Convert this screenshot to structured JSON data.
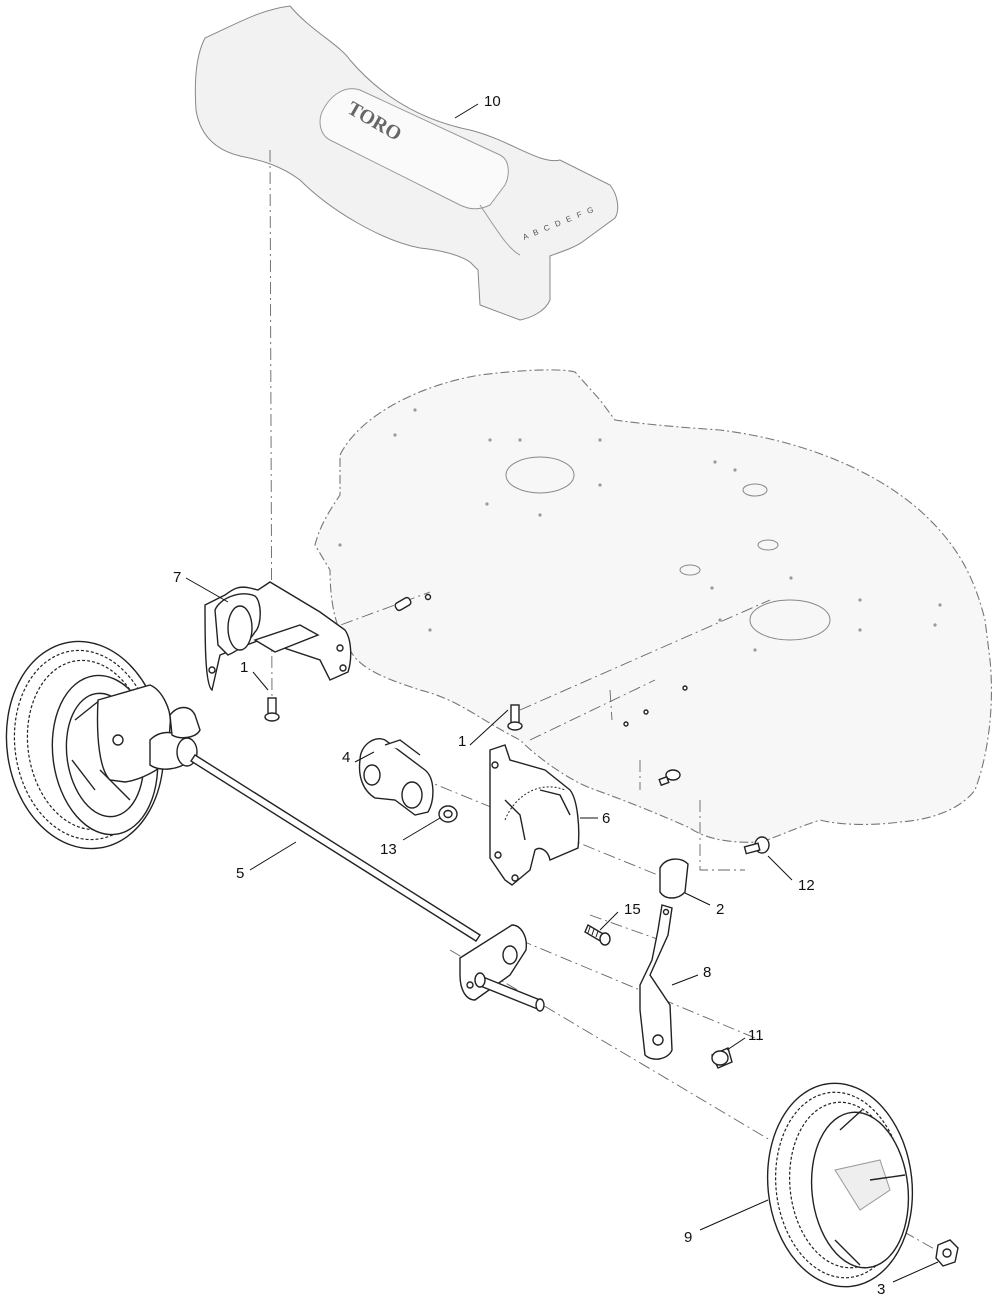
{
  "diagram": {
    "logo": "TORO",
    "height_scale_letters": "A B C D E F G",
    "callouts": [
      {
        "id": "callout-10",
        "label": "10"
      },
      {
        "id": "callout-7",
        "label": "7"
      },
      {
        "id": "callout-1a",
        "label": "1"
      },
      {
        "id": "callout-1b",
        "label": "1"
      },
      {
        "id": "callout-4",
        "label": "4"
      },
      {
        "id": "callout-13",
        "label": "13"
      },
      {
        "id": "callout-6",
        "label": "6"
      },
      {
        "id": "callout-5",
        "label": "5"
      },
      {
        "id": "callout-12",
        "label": "12"
      },
      {
        "id": "callout-2",
        "label": "2"
      },
      {
        "id": "callout-15",
        "label": "15"
      },
      {
        "id": "callout-8",
        "label": "8"
      },
      {
        "id": "callout-11",
        "label": "11"
      },
      {
        "id": "callout-9",
        "label": "9"
      },
      {
        "id": "callout-3",
        "label": "3"
      }
    ]
  }
}
